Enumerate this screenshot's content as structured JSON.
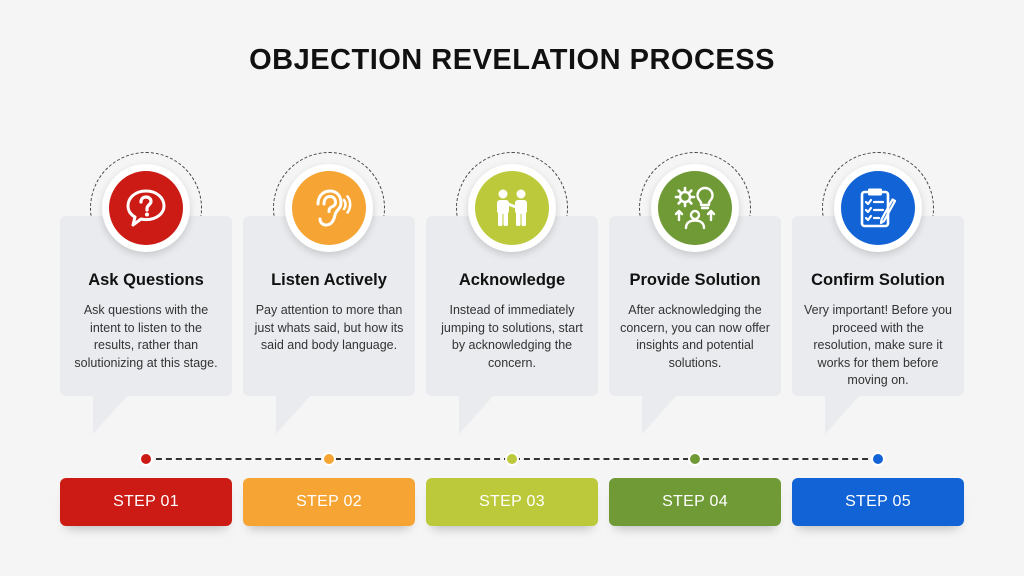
{
  "title": "OBJECTION REVELATION PROCESS",
  "colors": {
    "step1": "#cc1a14",
    "step2": "#f6a534",
    "step3": "#bcc93a",
    "step4": "#6f9a36",
    "step5": "#1263d6"
  },
  "steps": [
    {
      "heading": "Ask Questions",
      "body": "Ask questions with the intent to listen to the results, rather than solutionizing at this stage.",
      "label": "STEP 01",
      "icon": "question-bubble-icon"
    },
    {
      "heading": "Listen Actively",
      "body": "Pay attention to more than just whats said, but how its said and body language.",
      "label": "STEP 02",
      "icon": "ear-icon"
    },
    {
      "heading": "Acknowledge",
      "body": "Instead of immediately jumping to solutions, start by acknowledging the concern.",
      "label": "STEP 03",
      "icon": "people-talking-icon"
    },
    {
      "heading": "Provide Solution",
      "body": "After acknowledging the concern, you can now offer insights and potential solutions.",
      "label": "STEP 04",
      "icon": "gear-lightbulb-person-icon"
    },
    {
      "heading": "Confirm Solution",
      "body": "Very important! Before you proceed with the resolution, make sure it works for them before moving on.",
      "label": "STEP 05",
      "icon": "clipboard-checklist-icon"
    }
  ]
}
